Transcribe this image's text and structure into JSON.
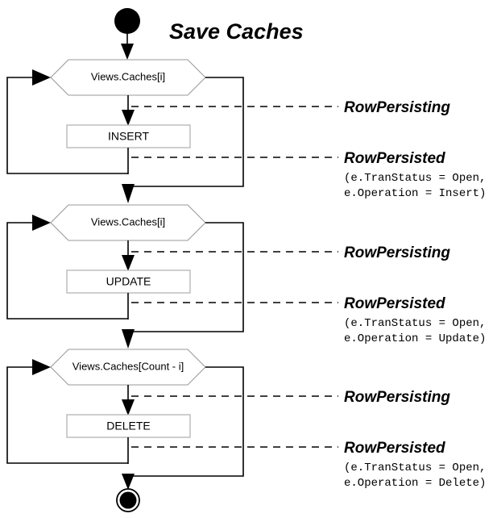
{
  "diagram": {
    "title": "Save Caches",
    "type": "uml-activity-diagram",
    "start_node": "filled-circle",
    "end_node": "bullseye-circle",
    "sections": [
      {
        "id": "insert",
        "loop_node_label": "Views.Caches[i]",
        "action_label": "INSERT",
        "events": [
          {
            "name": "RowPersisting",
            "details": []
          },
          {
            "name": "RowPersisted",
            "details": [
              "(e.TranStatus = Open,",
              "e.Operation = Insert)"
            ]
          }
        ]
      },
      {
        "id": "update",
        "loop_node_label": "Views.Caches[i]",
        "action_label": "UPDATE",
        "events": [
          {
            "name": "RowPersisting",
            "details": []
          },
          {
            "name": "RowPersisted",
            "details": [
              "(e.TranStatus = Open,",
              "e.Operation = Update)"
            ]
          }
        ]
      },
      {
        "id": "delete",
        "loop_node_label": "Views.Caches[Count - i]",
        "action_label": "DELETE",
        "events": [
          {
            "name": "RowPersisting",
            "details": []
          },
          {
            "name": "RowPersisted",
            "details": [
              "(e.TranStatus = Open,",
              "e.Operation = Delete)"
            ]
          }
        ]
      }
    ],
    "colors": {
      "background": "#ffffff",
      "line": "#000000",
      "hexagon_stroke": "#9a9a9a",
      "box_stroke": "#b4b4b4",
      "text": "#000000"
    }
  }
}
